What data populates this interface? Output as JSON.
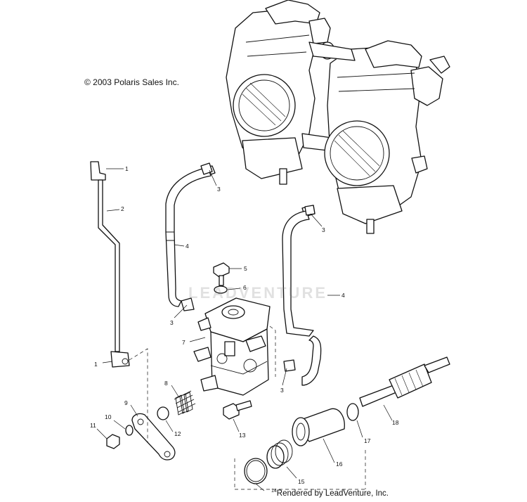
{
  "copyright": "© 2003 Polaris Sales Inc.",
  "rendered_by": {
    "prefix": "14",
    "text": "Rendered by LeadVenture, Inc."
  },
  "watermark": "LEADVENTURE",
  "callouts": {
    "c1a": "1",
    "c2": "2",
    "c1b": "1",
    "c3a": "3",
    "c3b": "3",
    "c3c": "3",
    "c3d": "3",
    "c4a": "4",
    "c4b": "4",
    "c5": "5",
    "c6": "6",
    "c7": "7",
    "c8": "8",
    "c9": "9",
    "c10": "10",
    "c11": "11",
    "c12": "12",
    "c13": "13",
    "c15": "15",
    "c16": "16",
    "c17": "17",
    "c18": "18"
  }
}
